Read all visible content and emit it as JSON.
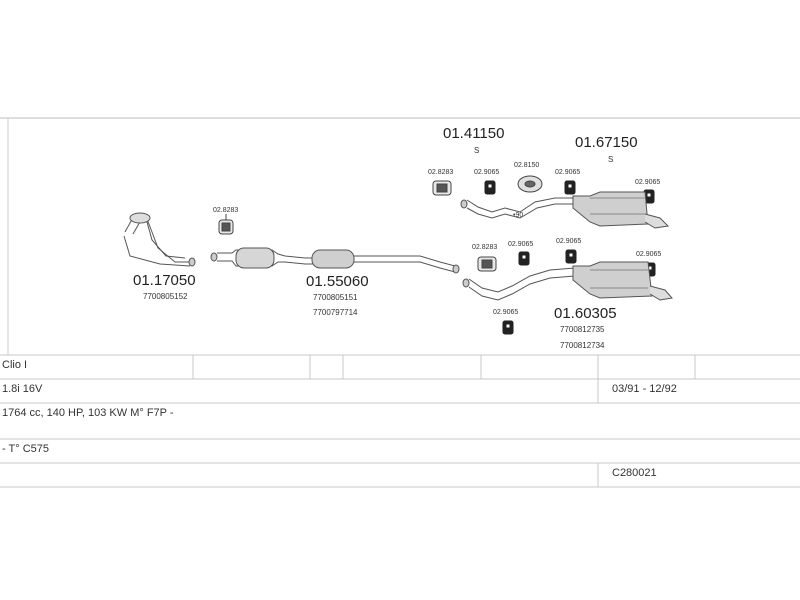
{
  "parts": {
    "catalyst": {
      "number": "01.17050",
      "oem": "7700805152"
    },
    "front_clamp": {
      "number": "02.8283"
    },
    "middle_pipe": {
      "number": "01.55060",
      "oem1": "7700805151",
      "oem2": "7700797714"
    },
    "rear_s": {
      "pipe": {
        "number": "01.41150",
        "variant": "S"
      },
      "silencer": {
        "number": "01.67150",
        "variant": "S"
      },
      "clamp_a": "02.8283",
      "hanger_a": "02.9065",
      "gasket": "02.8150",
      "hanger_b": "02.9065",
      "hanger_c": "02.9065",
      "marker": "•90"
    },
    "rear": {
      "silencer": {
        "number": "01.60305",
        "oem1": "7700812735",
        "oem2": "7700812734"
      },
      "clamp": "02.8283",
      "hanger_a": "02.9065",
      "hanger_b": "02.9065",
      "hanger_c": "02.9065",
      "hanger_d": "02.9065"
    }
  },
  "info": {
    "model": "Clio I",
    "engine": "1.8i 16V",
    "dates": "03/91 - 12/92",
    "spec": "1764 cc, 140 HP, 103 KW M° F7P -",
    "type": "- T° C575",
    "code": "C280021"
  }
}
